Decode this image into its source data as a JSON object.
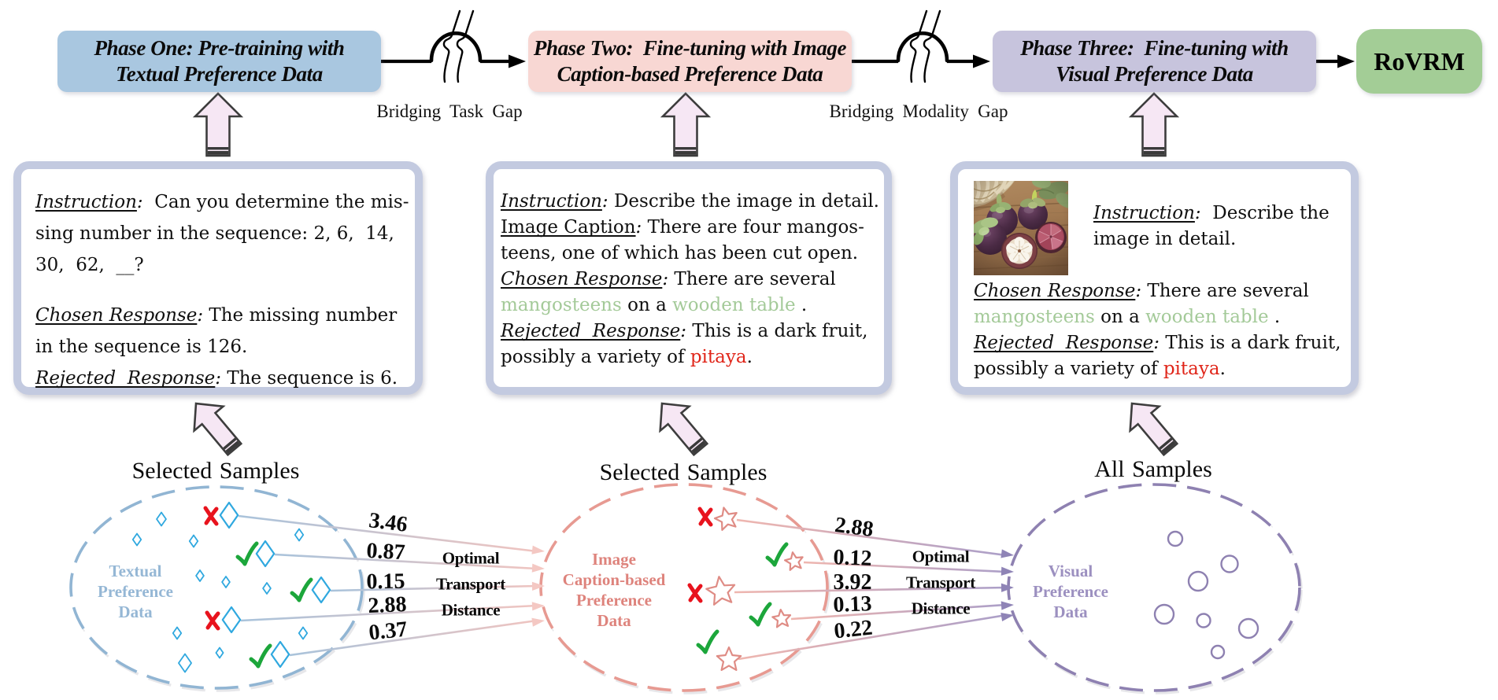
{
  "phases": [
    {
      "line1": "Phase One: Pre-training with",
      "line2": "Textual Preference Data",
      "color": "#a9c7e0"
    },
    {
      "line1": "Phase Two:  Fine-tuning with Image",
      "line2": "Caption-based Preference Data",
      "color": "#f8d7d3"
    },
    {
      "line1": "Phase Three:  Fine-tuning with",
      "line2": "Visual Preference Data",
      "color": "#c7c4dd"
    }
  ],
  "result_box": {
    "label": "RoVRM",
    "color": "#a3cd96"
  },
  "connectors": [
    {
      "label": "Bridging Task Gap"
    },
    {
      "label": "Bridging Modality Gap"
    }
  ],
  "example_boxes": [
    {
      "name": "textual-example",
      "lines": [
        [
          [
            "label",
            "Instruction"
          ],
          [
            "colon",
            ":"
          ],
          [
            "text",
            "  Can you determine the mis-"
          ]
        ],
        [
          [
            "text",
            "sing number in the sequence: 2, 6,  14,"
          ]
        ],
        [
          [
            "text",
            "30,  62,  __?"
          ]
        ],
        [
          [
            "gap",
            ""
          ]
        ],
        [
          [
            "label",
            "Chosen Response"
          ],
          [
            "colon",
            ":"
          ],
          [
            "text",
            " The missing number"
          ]
        ],
        [
          [
            "text",
            "in the sequence is 126."
          ]
        ],
        [
          [
            "label",
            "Rejected  Response"
          ],
          [
            "colon",
            ":"
          ],
          [
            "text",
            " The sequence is 6."
          ]
        ]
      ]
    },
    {
      "name": "caption-example",
      "lines": [
        [
          [
            "label",
            "Instruction"
          ],
          [
            "colon",
            ":"
          ],
          [
            "text",
            " Describe the image in detail."
          ]
        ],
        [
          [
            "ulabel",
            "Image Caption"
          ],
          [
            "colon",
            ":"
          ],
          [
            "text",
            " There are four mangos-"
          ]
        ],
        [
          [
            "text",
            "teens, one of which has been cut open."
          ]
        ],
        [
          [
            "label",
            "Chosen Response"
          ],
          [
            "colon",
            ":"
          ],
          [
            "text",
            " There are several"
          ]
        ],
        [
          [
            "green",
            "mangosteens"
          ],
          [
            "text",
            " on a "
          ],
          [
            "green",
            "wooden table"
          ],
          [
            "text",
            " ."
          ]
        ],
        [
          [
            "label",
            "Rejected  Response"
          ],
          [
            "colon",
            ":"
          ],
          [
            "text",
            " This is a dark fruit,"
          ]
        ],
        [
          [
            "text",
            "possibly a variety of "
          ],
          [
            "red",
            "pitaya"
          ],
          [
            "text",
            "."
          ]
        ]
      ]
    },
    {
      "name": "visual-example",
      "photo": "mangosteens-photo",
      "lines_beside_photo": [
        [
          [
            "label",
            "Instruction"
          ],
          [
            "colon",
            ":"
          ],
          [
            "text",
            "  Describe the"
          ]
        ],
        [
          [
            "text",
            "image in detail."
          ]
        ]
      ],
      "lines": [
        [
          [
            "label",
            "Chosen Response"
          ],
          [
            "colon",
            ":"
          ],
          [
            "text",
            " There are several"
          ]
        ],
        [
          [
            "green",
            "mangosteens"
          ],
          [
            "text",
            " on a "
          ],
          [
            "green",
            "wooden table"
          ],
          [
            "text",
            " ."
          ]
        ],
        [
          [
            "label",
            "Rejected  Response"
          ],
          [
            "colon",
            ":"
          ],
          [
            "text",
            " This is a dark fruit,"
          ]
        ],
        [
          [
            "text",
            "possibly a variety of "
          ],
          [
            "red",
            "pitaya"
          ],
          [
            "text",
            "."
          ]
        ]
      ]
    }
  ],
  "sample_groups": [
    {
      "samples_label": "Selected Samples",
      "ellipse_label_lines": [
        "Textual",
        "Preference",
        "Data"
      ],
      "marker": "diamond",
      "marks": [
        "rejected",
        "chosen",
        "chosen",
        "rejected",
        "chosen"
      ],
      "accent": "#91b5d3",
      "marker_color": "#2fa8df",
      "label_color": "#95b7d5"
    },
    {
      "samples_label": "Selected Samples",
      "ellipse_label_lines": [
        "Image",
        "Caption-based",
        "Preference",
        "Data"
      ],
      "marker": "star",
      "marks": [
        "rejected",
        "chosen",
        "rejected",
        "chosen",
        "chosen"
      ],
      "accent": "#e79a92",
      "marker_color": "#df8c85",
      "label_color": "#de837c"
    },
    {
      "samples_label": "All Samples",
      "ellipse_label_lines": [
        "Visual",
        "Preference",
        "Data"
      ],
      "marker": "circle",
      "marks": [],
      "accent": "#8e81b1",
      "marker_color": "#8e81b1",
      "label_color": "#9c90c0"
    }
  ],
  "transport_groups": [
    {
      "label_lines": [
        "Optimal",
        "Transport",
        "Distance"
      ],
      "distances": [
        "3.46",
        "0.87",
        "0.15",
        "2.88",
        "0.37"
      ]
    },
    {
      "label_lines": [
        "Optimal",
        "Transport",
        "Distance"
      ],
      "distances": [
        "2.88",
        "0.12",
        "3.92",
        "0.13",
        "0.22"
      ]
    }
  ],
  "marks_colors": {
    "rejected": "#e8131d",
    "chosen": "#1ca63b"
  },
  "icons": {
    "break_symbol": "line-break-slashes-icon",
    "up_arrow": "block-arrow-up-icon",
    "tilted_arrow": "block-arrow-up-left-icon"
  }
}
